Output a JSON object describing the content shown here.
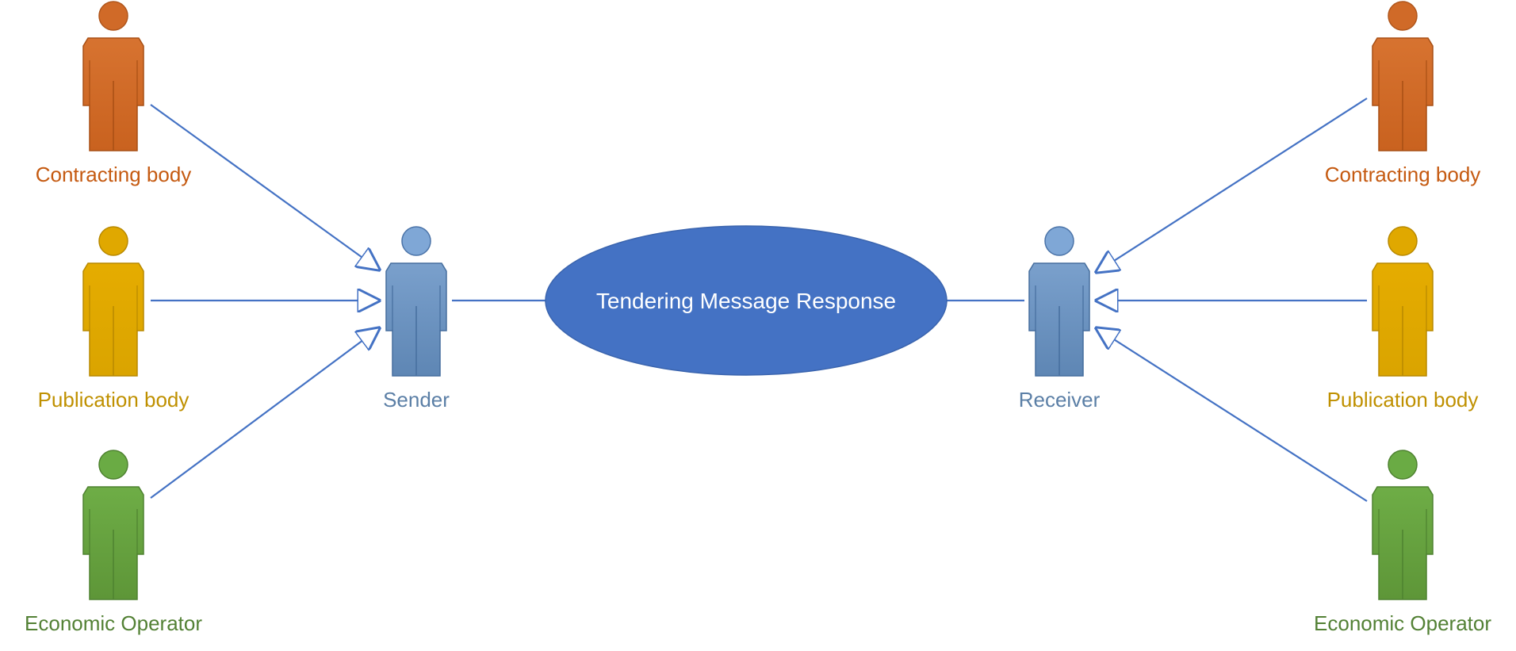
{
  "use_case": {
    "label": "Tendering Message Response"
  },
  "colors": {
    "connector": "#4472C4",
    "ellipse": "#4472C4",
    "contracting": "#C55A11",
    "publication": "#BF9000",
    "economic": "#538135",
    "role": "#5B7FA6"
  },
  "actors": {
    "sender": {
      "label": "Sender"
    },
    "receiver": {
      "label": "Receiver"
    },
    "left": [
      {
        "label": "Contracting body"
      },
      {
        "label": "Publication body"
      },
      {
        "label": "Economic Operator"
      }
    ],
    "right": [
      {
        "label": "Contracting body"
      },
      {
        "label": "Publication body"
      },
      {
        "label": "Economic Operator"
      }
    ]
  }
}
